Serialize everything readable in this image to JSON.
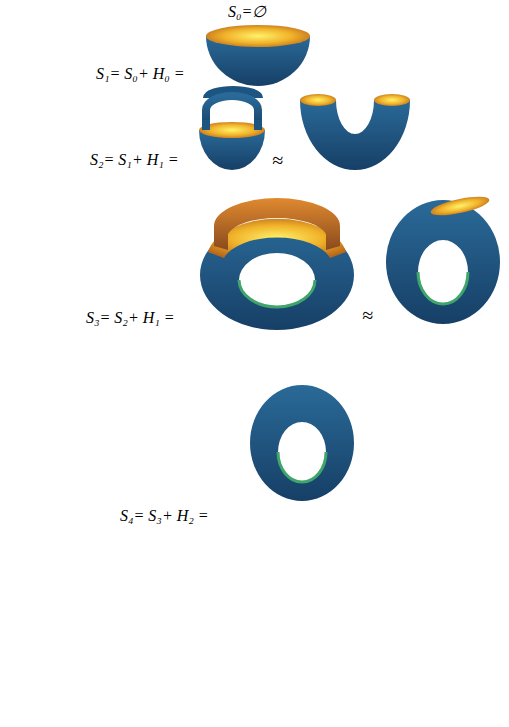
{
  "diagram": {
    "labels": [
      "S₀=∅",
      "S₁= S₀+ H₀ =",
      "S₂= S₁+ H₁ =",
      "≈",
      "S₃= S₂+ H₁ =",
      "≈",
      "S₄= S₃+ H₂ ="
    ]
  }
}
